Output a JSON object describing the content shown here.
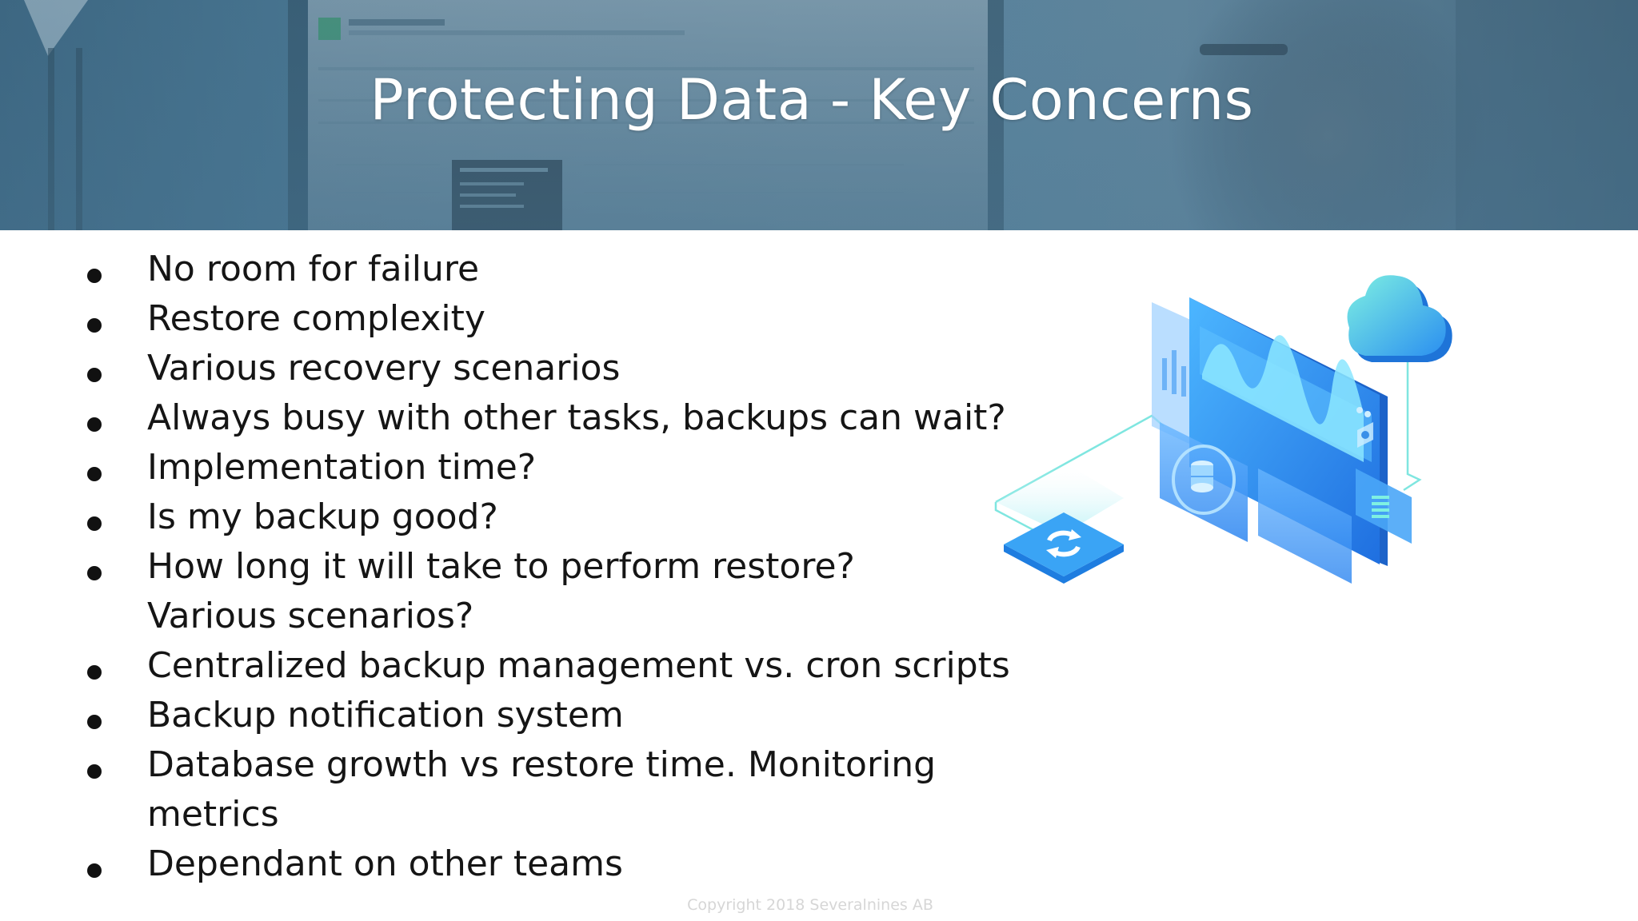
{
  "slide": {
    "title": "Protecting Data - Key Concerns",
    "bullets": [
      "No room for failure",
      "Restore complexity",
      "Various recovery scenarios",
      "Always busy with other tasks, backups can wait?",
      "Implementation time?",
      "Is my backup good?",
      "How long it will take to perform restore? Various scenarios?",
      "Centralized backup management vs. cron scripts",
      "Backup notification system",
      "Database growth vs restore time. Monitoring metrics",
      "Dependant on other teams"
    ],
    "copyright": "Copyright 2018 Severalnines AB"
  },
  "colors": {
    "header_tint": "#4f7d98",
    "title_text": "#ffffff",
    "bullet_text": "#151515",
    "illustration_blue": "#2d8ff0",
    "illustration_cyan": "#5fe0d8"
  },
  "icons": [
    "bullet-dot",
    "cloud-icon",
    "sync-icon",
    "database-icon",
    "chart-wave-icon"
  ]
}
